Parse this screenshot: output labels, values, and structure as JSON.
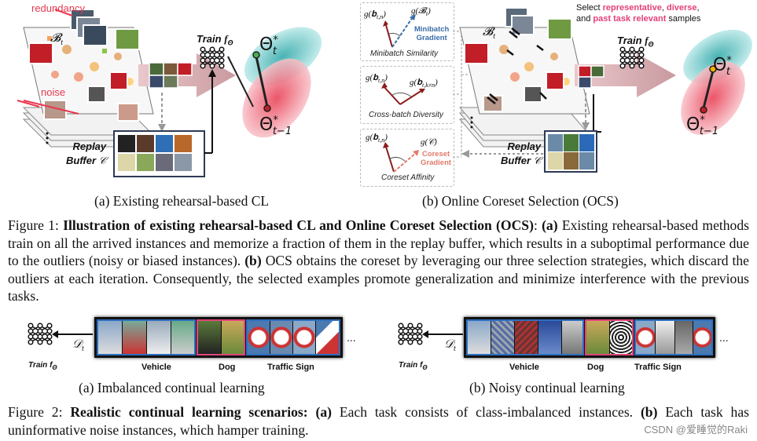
{
  "fig1": {
    "left": {
      "label_redundancy": "redundancy",
      "label_noise": "noise",
      "label_bt": "𝓑",
      "label_bt_sub": "t",
      "train_label": "Train",
      "train_f": "f",
      "train_f_sub": "Θ",
      "theta_t": "Θ",
      "theta_t_sup": "*",
      "theta_t_sub": "t",
      "theta_t1": "Θ",
      "theta_t1_sup": "*",
      "theta_t1_sub": "t−1",
      "replay_label": "Replay",
      "buffer_label": "Buffer",
      "buffer_c": "𝒞",
      "caption": "(a) Existing rehearsal-based CL"
    },
    "right": {
      "top_note_prefix": "Select ",
      "top_note_rep": "representative",
      "top_note_comma": ", ",
      "top_note_div": "diverse",
      "top_note_comma2": ",",
      "top_note_and": "and ",
      "top_note_past": "past task relevant",
      "top_note_suffix": " samples",
      "box1_title": "Minibatch Similarity",
      "box1_grad_label": "g(𝐛",
      "box1_grad_sub": "t,n",
      "box1_gb": "g(𝓑",
      "box1_gb_sub": "t",
      "box1_mini": "Minibatch",
      "box1_gradient": "Gradient",
      "box2_title": "Cross-batch Diversity",
      "box2_g1": "g(𝐛",
      "box2_g1_sub": "t,n",
      "box2_g2": "g(𝐛",
      "box2_g2_sub": "t,k≠n",
      "box3_title": "Coreset Affinity",
      "box3_g1": "g(𝐛",
      "box3_g1_sub": "t,n",
      "box3_gc": "g(𝒞)",
      "box3_coreset": "Coreset",
      "box3_gradient": "Gradient",
      "label_bt": "𝓑",
      "label_bt_sub": "t",
      "train_label": "Train",
      "train_f": "f",
      "train_f_sub": "Θ",
      "theta_t": "Θ",
      "theta_t_sup": "*",
      "theta_t_sub": "t",
      "theta_t1": "Θ",
      "theta_t1_sup": "*",
      "theta_t1_sub": "t−1",
      "replay_label": "Replay",
      "buffer_label": "Buffer",
      "buffer_c": "𝒞",
      "caption": "(b) Online Coreset Selection (OCS)"
    },
    "caption_prefix": "Figure 1: ",
    "caption_bold": "Illustration of existing rehearsal-based CL and Online Coreset Selection (OCS)",
    "caption_colon": ": ",
    "caption_a": "(a)",
    "caption_text1": " Existing rehearsal-based methods train on all the arrived instances and memorize a fraction of them in the replay buffer, which results in a suboptimal performance due to the outliers (noisy or biased instances). ",
    "caption_b": "(b)",
    "caption_text2": " OCS obtains the coreset by leveraging our three selection strategies, which discard the outliers at each iteration. Consequently, the selected examples promote generalization and minimize interference with the previous tasks."
  },
  "fig2": {
    "left": {
      "dt": "𝒟",
      "dt_sub": "t",
      "train_label": "Train",
      "train_f": "f",
      "train_f_sub": "Θ",
      "ellipsis": "...",
      "group_vehicle": "Vehicle",
      "group_dog": "Dog",
      "group_traffic": "Traffic Sign",
      "caption": "(a) Imbalanced continual learning"
    },
    "right": {
      "dt": "𝒟",
      "dt_sub": "t",
      "train_label": "Train",
      "train_f": "f",
      "train_f_sub": "Θ",
      "ellipsis": "...",
      "group_vehicle": "Vehicle",
      "group_dog": "Dog",
      "group_traffic": "Traffic Sign",
      "caption": "(b) Noisy continual learning"
    },
    "caption_prefix": "Figure 2: ",
    "caption_bold": "Realistic continual learning scenarios:",
    "caption_a": " (a)",
    "caption_text1": " Each task consists of class-imbalanced instances. ",
    "caption_b": "(b)",
    "caption_text2": " Each task has uninformative noise instances, which hamper training."
  },
  "watermark": "CSDN @爱睡觉的Raki",
  "colors": {
    "accent_red": "#e8384f",
    "accent_pink": "#e33f7a",
    "teal": "#5cc4c4",
    "blue_border": "#2d6fbf",
    "pink_border": "#e0457b",
    "gradient_blue": "#3a6ea8",
    "coreset_red": "#e07b6b",
    "dark_red": "#8c1c1c"
  }
}
